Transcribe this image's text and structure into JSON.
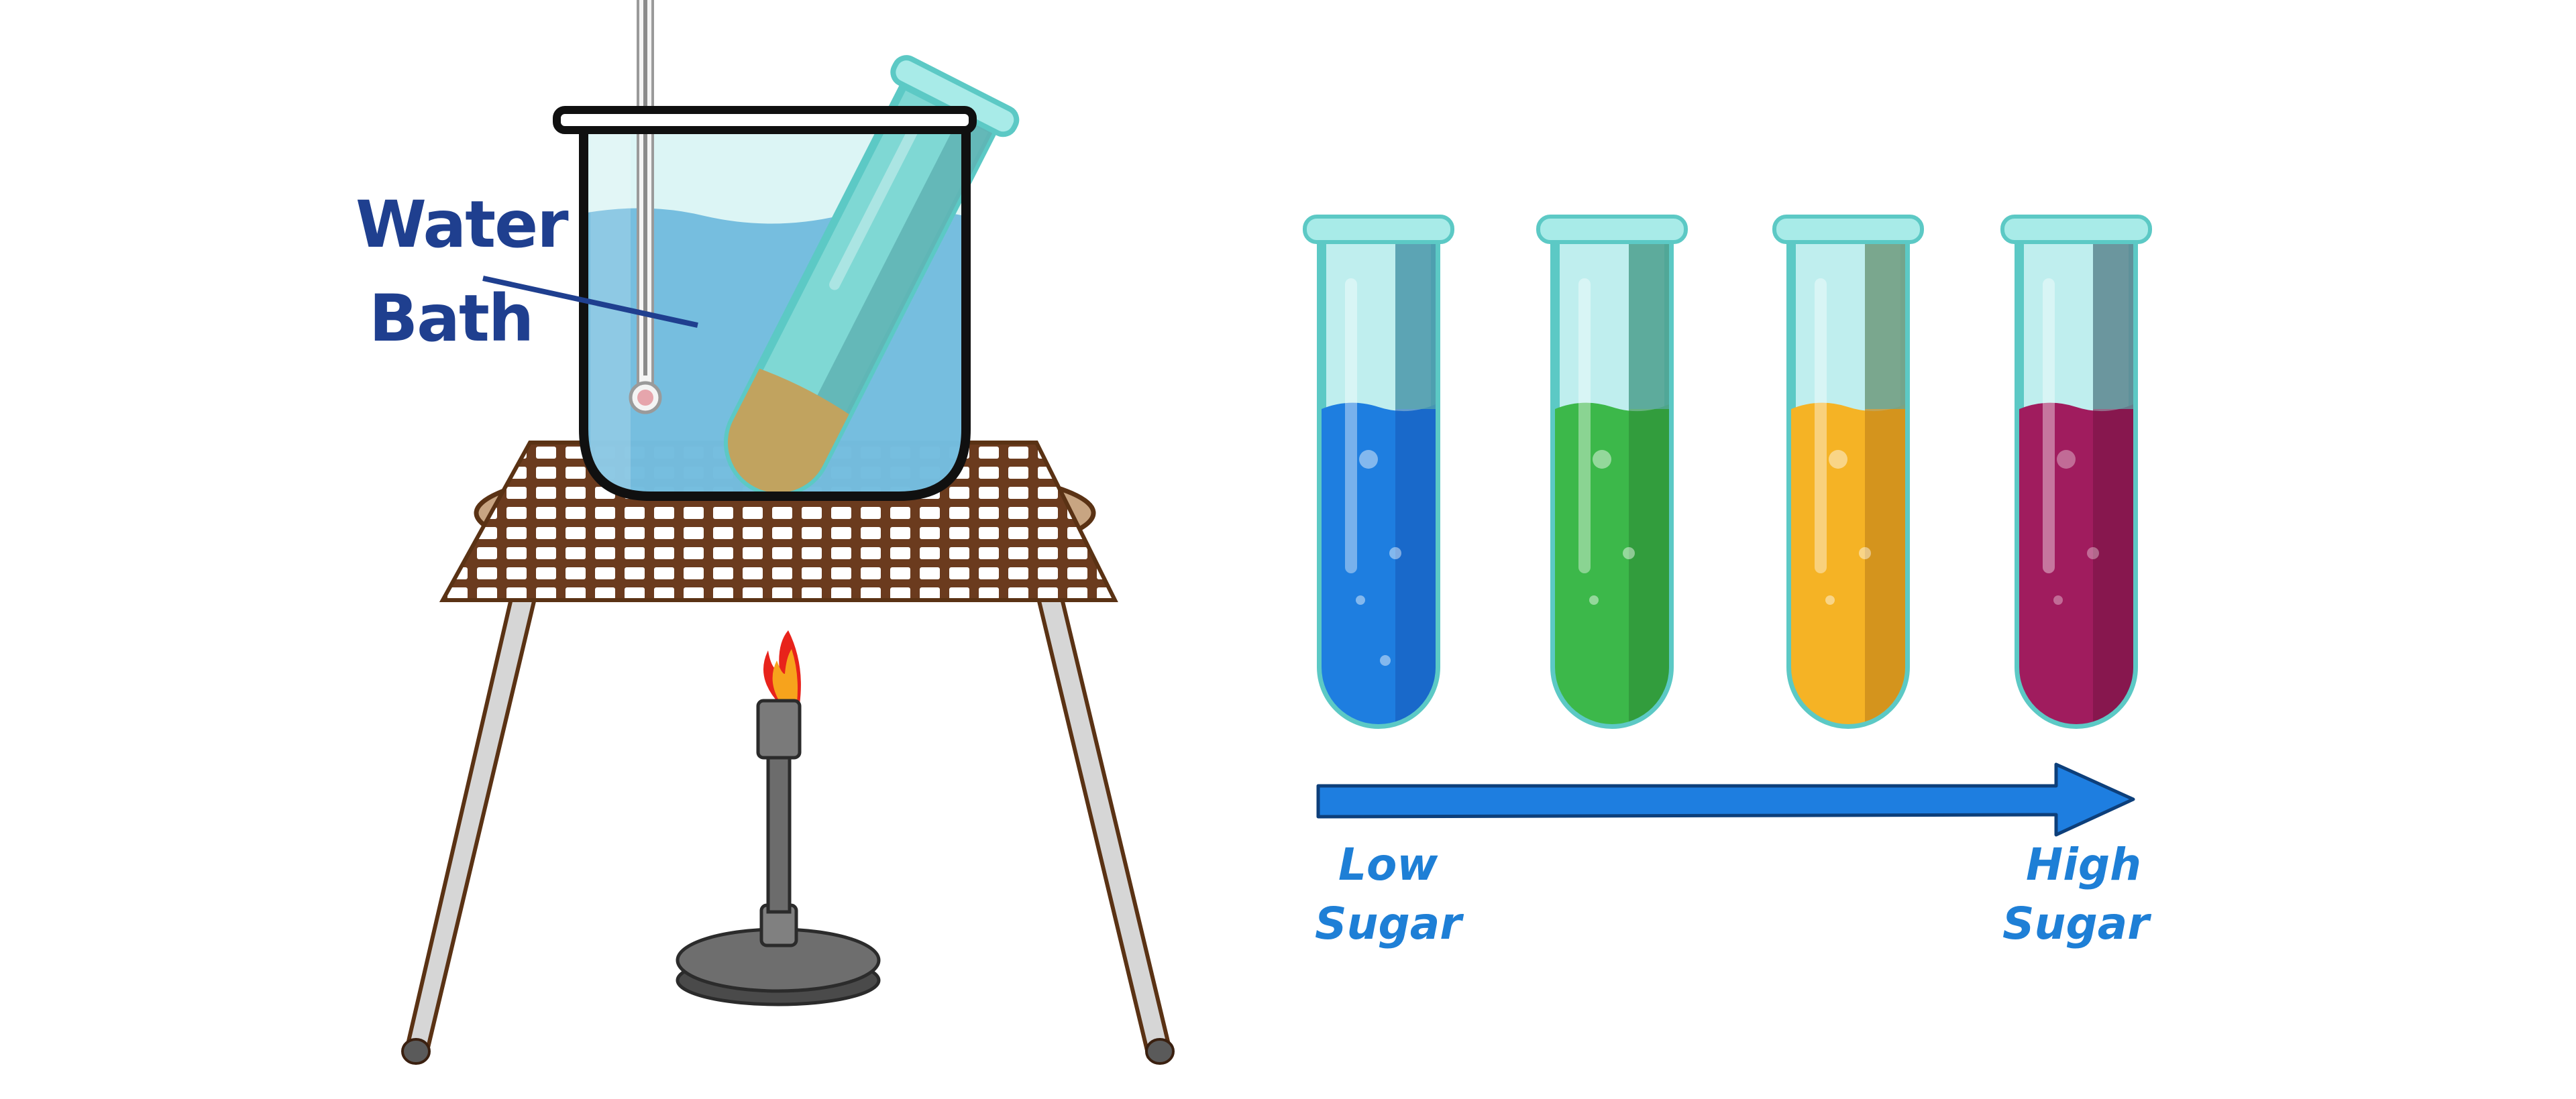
{
  "callout": {
    "line1": "Water",
    "line2": "Bath"
  },
  "scale": {
    "low_word1": "Low",
    "low_word2": "Sugar",
    "high_word1": "High",
    "high_word2": "Sugar"
  },
  "tubes": [
    {
      "name": "blue",
      "liquid": "#1e7ee0",
      "shade": "#1658b8"
    },
    {
      "name": "green",
      "liquid": "#3cb84a",
      "shade": "#2b8a36"
    },
    {
      "name": "yellow",
      "liquid": "#f5b325",
      "shade": "#c88a1b"
    },
    {
      "name": "purple",
      "liquid": "#a01c5e",
      "shade": "#761445"
    }
  ],
  "colors": {
    "glass": "#8fe0dc",
    "glass_dark": "#5cc9c5",
    "water": "#6cb8dc",
    "mesh": "#6b3b1e",
    "arrow": "#1e7ee0",
    "text_dark_blue": "#1f3f8f"
  },
  "icons": {
    "burner": "bunsen-burner-icon",
    "flame": "flame-icon",
    "thermometer": "thermometer-icon"
  }
}
